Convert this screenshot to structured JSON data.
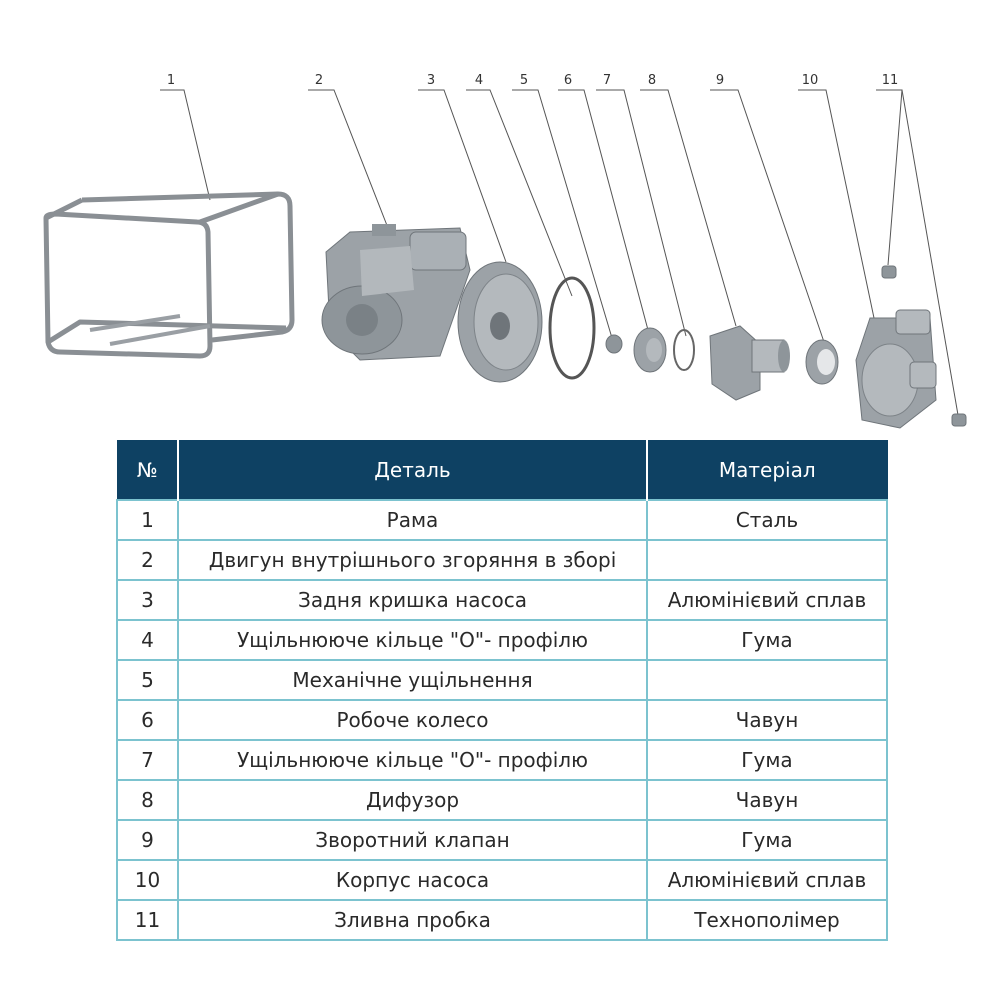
{
  "callouts": [
    "1",
    "2",
    "3",
    "4",
    "5",
    "6",
    "7",
    "8",
    "9",
    "10",
    "11"
  ],
  "table": {
    "headers": {
      "num": "№",
      "part": "Деталь",
      "material": "Матеріал"
    },
    "rows": [
      {
        "num": "1",
        "part": "Рама",
        "material": "Сталь"
      },
      {
        "num": "2",
        "part": "Двигун внутрішнього згоряння в зборі",
        "material": ""
      },
      {
        "num": "3",
        "part": "Задня кришка насоса",
        "material": "Алюмінієвий сплав"
      },
      {
        "num": "4",
        "part": "Ущільнююче кільце \"О\"- профілю",
        "material": "Гума"
      },
      {
        "num": "5",
        "part": "Механічне ущільнення",
        "material": ""
      },
      {
        "num": "6",
        "part": "Робоче колесо",
        "material": "Чавун"
      },
      {
        "num": "7",
        "part": "Ущільнююче кільце \"О\"- профілю",
        "material": "Гума"
      },
      {
        "num": "8",
        "part": "Дифузор",
        "material": "Чавун"
      },
      {
        "num": "9",
        "part": "Зворотний клапан",
        "material": "Гума"
      },
      {
        "num": "10",
        "part": "Корпус насоса",
        "material": "Алюмінієвий сплав"
      },
      {
        "num": "11",
        "part": "Зливна пробка",
        "material": "Технополімер"
      }
    ]
  }
}
